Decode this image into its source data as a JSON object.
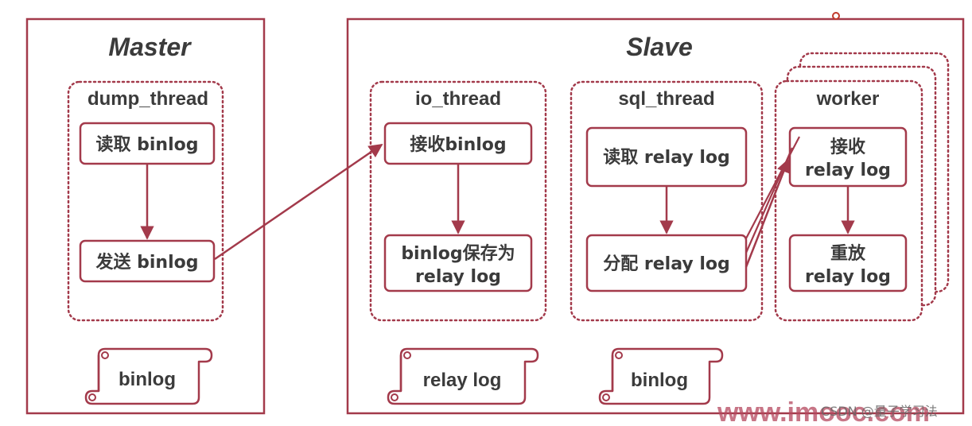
{
  "colors": {
    "accent": "#a33a4b",
    "text": "#3b3b3b",
    "background": "#ffffff"
  },
  "master": {
    "title": "Master",
    "dump_thread": {
      "label": "dump_thread",
      "step1": "读取 binlog",
      "step2": "发送 binlog"
    },
    "log_label": "binlog"
  },
  "slave": {
    "title": "Slave",
    "io_thread": {
      "label": "io_thread",
      "step1": "接收binlog",
      "step2_line1": "binlog保存为",
      "step2_line2": "relay log"
    },
    "sql_thread": {
      "label": "sql_thread",
      "step1": "读取 relay log",
      "step2": "分配 relay log"
    },
    "worker": {
      "label": "worker",
      "step1_line1": "接收",
      "step1_line2": "relay log",
      "step2_line1": "重放",
      "step2_line2": "relay log"
    },
    "relay_log_label": "relay log",
    "binlog_label": "binlog"
  },
  "watermark": {
    "site": "www.imooc.com",
    "credit": "CSDN @量子学习法"
  }
}
